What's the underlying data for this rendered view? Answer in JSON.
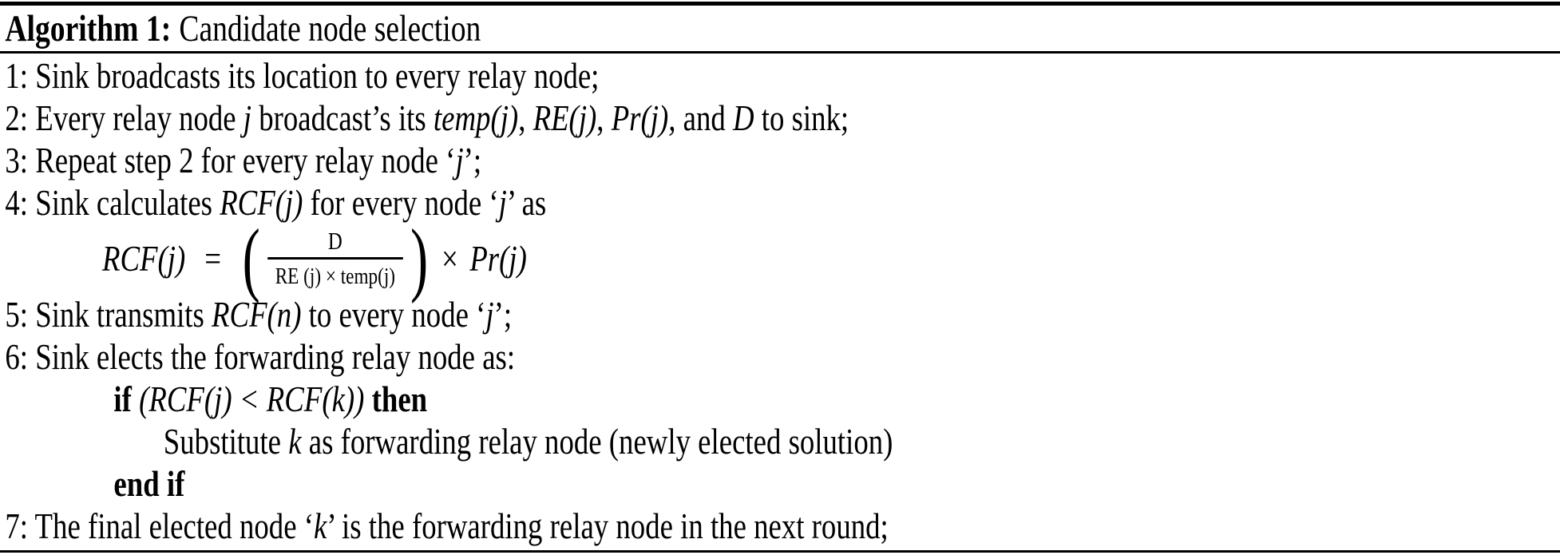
{
  "colors": {
    "text": "#000000",
    "background": "#ffffff",
    "rule": "#000000"
  },
  "header": {
    "label": "Algorithm 1:",
    "title": "Candidate node selection"
  },
  "lines_a": [
    {
      "indent": 0,
      "segments": [
        {
          "t": "1: Sink broadcasts its location to every relay node;",
          "s": "n"
        }
      ]
    },
    {
      "indent": 0,
      "segments": [
        {
          "t": "2: Every relay node ",
          "s": "n"
        },
        {
          "t": "j",
          "s": "i"
        },
        {
          "t": " broadcast’s its ",
          "s": "n"
        },
        {
          "t": "temp(j)",
          "s": "i"
        },
        {
          "t": ", ",
          "s": "n"
        },
        {
          "t": "RE(j)",
          "s": "i"
        },
        {
          "t": ", ",
          "s": "n"
        },
        {
          "t": "Pr(j),",
          "s": "i"
        },
        {
          "t": " and ",
          "s": "n"
        },
        {
          "t": "D",
          "s": "i"
        },
        {
          "t": " to sink;",
          "s": "n"
        }
      ]
    },
    {
      "indent": 0,
      "segments": [
        {
          "t": "3: Repeat step 2 for every relay node ‘",
          "s": "n"
        },
        {
          "t": "j",
          "s": "i"
        },
        {
          "t": "’;",
          "s": "n"
        }
      ]
    },
    {
      "indent": 0,
      "segments": [
        {
          "t": "4: Sink calculates ",
          "s": "n"
        },
        {
          "t": "RCF(j)",
          "s": "i"
        },
        {
          "t": " for every node ‘",
          "s": "n"
        },
        {
          "t": "j",
          "s": "i"
        },
        {
          "t": "’ as",
          "s": "n"
        }
      ]
    }
  ],
  "formula": {
    "lhs": "RCF(j)",
    "equals": "=",
    "open_paren": "(",
    "numerator": "D",
    "denominator": "RE (j) × temp(j)",
    "close_paren": ")",
    "times": "×",
    "rhs": "Pr(j)"
  },
  "lines_b": [
    {
      "indent": 0,
      "segments": [
        {
          "t": "5: Sink transmits ",
          "s": "n"
        },
        {
          "t": "RCF(n)",
          "s": "i"
        },
        {
          "t": " to every node ‘",
          "s": "n"
        },
        {
          "t": "j",
          "s": "i"
        },
        {
          "t": "’;",
          "s": "n"
        }
      ]
    },
    {
      "indent": 0,
      "segments": [
        {
          "t": "6: Sink elects the forwarding relay node as:",
          "s": "n"
        }
      ]
    },
    {
      "indent": 1,
      "segments": [
        {
          "t": "if ",
          "s": "b"
        },
        {
          "t": "(RCF(j) < RCF(k))",
          "s": "i"
        },
        {
          "t": " ",
          "s": "n"
        },
        {
          "t": "then",
          "s": "b"
        }
      ]
    },
    {
      "indent": 2,
      "segments": [
        {
          "t": "Substitute ",
          "s": "n"
        },
        {
          "t": "k",
          "s": "i"
        },
        {
          "t": " as forwarding relay node (newly elected solution)",
          "s": "n"
        }
      ]
    },
    {
      "indent": 1,
      "segments": [
        {
          "t": "end if",
          "s": "b"
        }
      ]
    },
    {
      "indent": 0,
      "segments": [
        {
          "t": "7: The final elected node ‘",
          "s": "n"
        },
        {
          "t": "k",
          "s": "i"
        },
        {
          "t": "’ is the forwarding relay node in the next round;",
          "s": "n"
        }
      ]
    }
  ]
}
